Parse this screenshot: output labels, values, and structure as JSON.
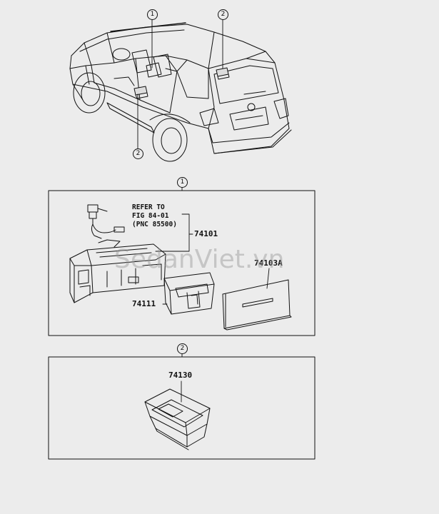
{
  "callouts": {
    "top_1": "1",
    "top_2_roof": "2",
    "top_2_side": "2",
    "box1_marker": "1",
    "box2_marker": "2"
  },
  "reference_note": {
    "line1": "REFER TO",
    "line2": "FIG 84-01",
    "line3": "(PNC 85500)"
  },
  "part_numbers": {
    "p74101": "74101",
    "p74103A": "74103A",
    "p74111": "74111",
    "p74130": "74130"
  },
  "watermark": "SedanViet.vn",
  "colors": {
    "background": "#ececec",
    "line": "#111111"
  }
}
